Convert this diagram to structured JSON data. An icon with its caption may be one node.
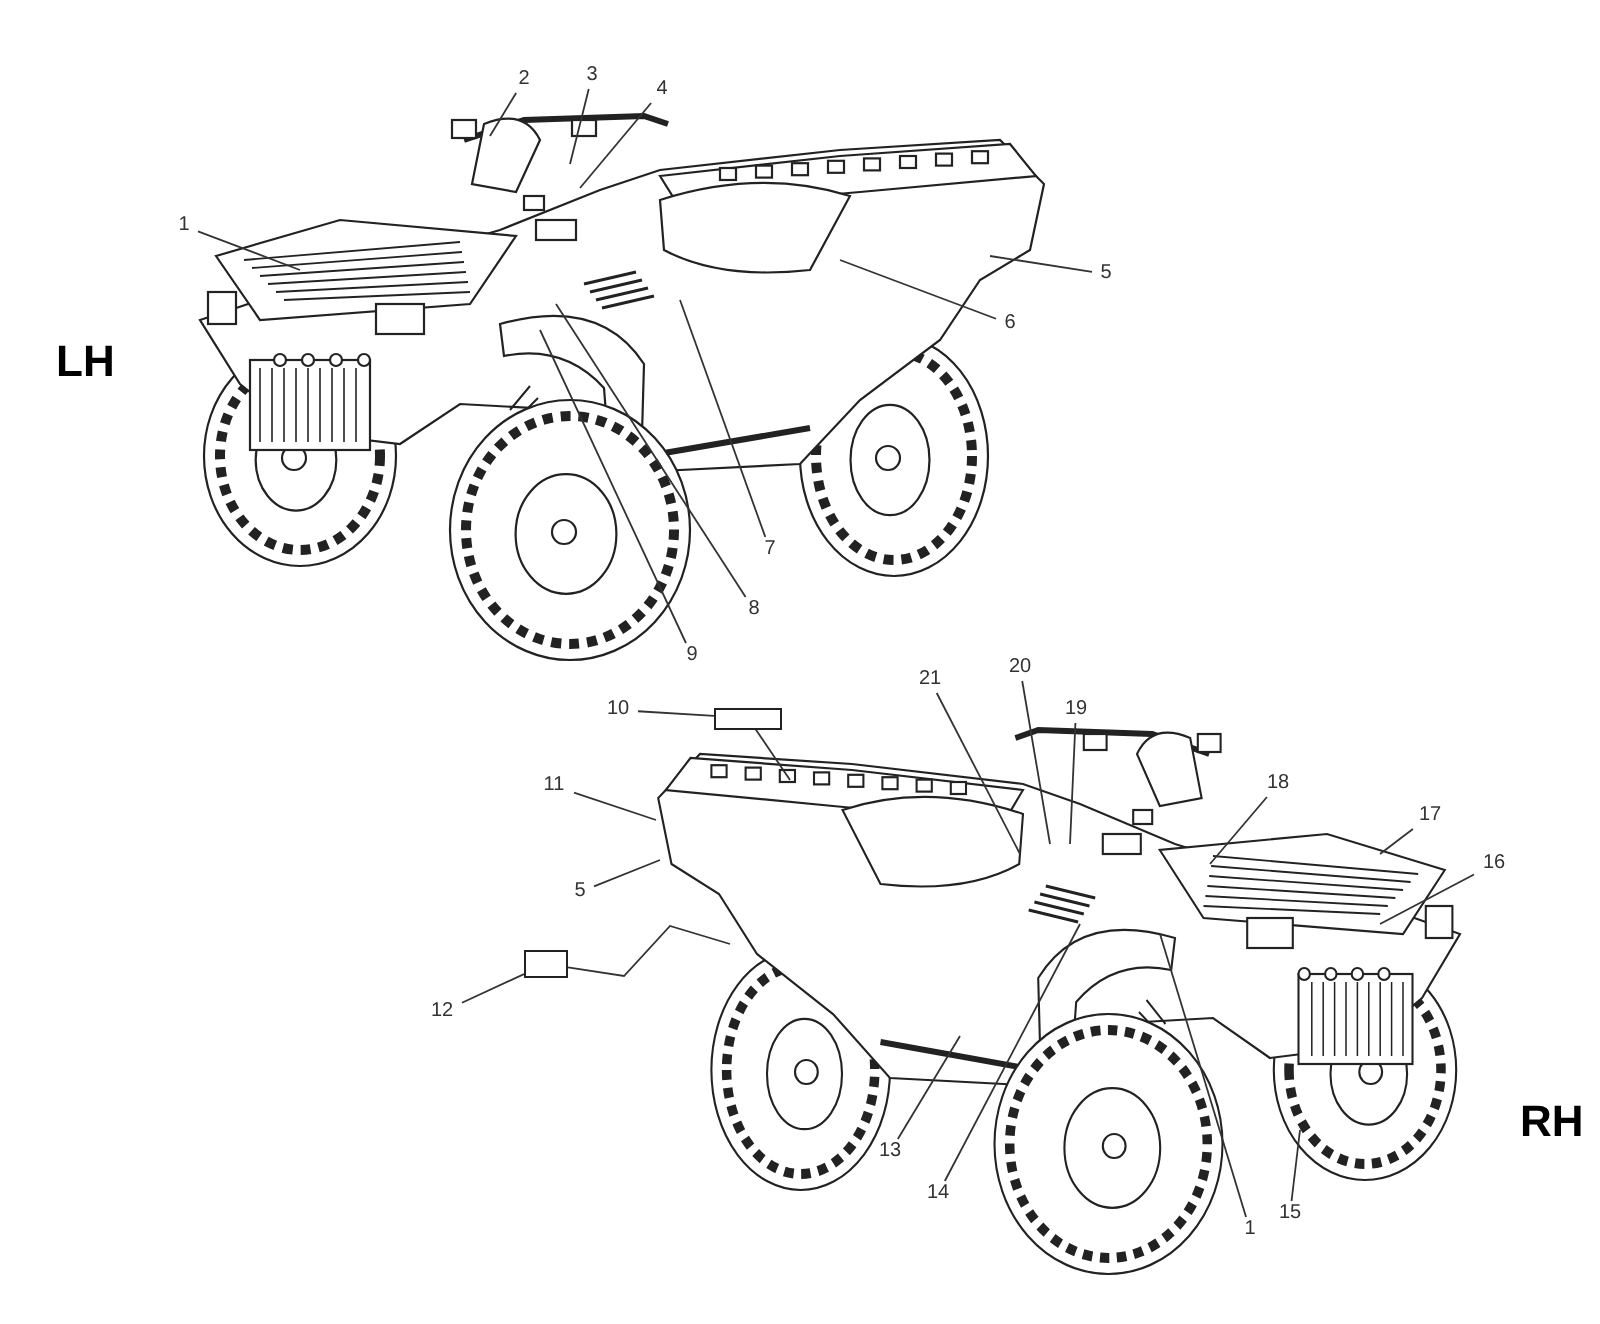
{
  "diagram": {
    "nodes": [
      {
        "text": [
          "1"
        ]
      },
      {
        "text": [
          "2"
        ]
      },
      {
        "text": [
          "3"
        ]
      },
      {
        "text": [
          "4"
        ]
      },
      {
        "text": [
          "5"
        ]
      },
      {
        "text": [
          "6"
        ]
      },
      {
        "text": [
          "7"
        ]
      },
      {
        "text": [
          "8"
        ]
      },
      {
        "text": [
          "9"
        ]
      },
      {
        "text": [
          "10"
        ]
      },
      {
        "text": [],
        "shape": "box"
      },
      {
        "text": [
          "11"
        ]
      },
      {
        "text": [
          "5"
        ]
      },
      {
        "text": [],
        "shape": "box"
      },
      {
        "text": [
          "12"
        ]
      },
      {
        "text": [
          "13"
        ]
      },
      {
        "text": [
          "14"
        ]
      },
      {
        "text": [
          "1"
        ]
      },
      {
        "text": [
          "15"
        ]
      },
      {
        "text": [
          "16"
        ]
      },
      {
        "text": [
          "17"
        ]
      },
      {
        "text": [
          "18"
        ]
      },
      {
        "text": [
          "19"
        ]
      },
      {
        "text": [
          "20"
        ]
      },
      {
        "text": [
          "21"
        ]
      }
    ],
    "edges": [
      {
        "from": 0,
        "to": null,
        "arrow": "none"
      },
      {
        "from": 1,
        "to": null,
        "arrow": "none"
      },
      {
        "from": 2,
        "to": null,
        "arrow": "none"
      },
      {
        "from": 3,
        "to": null,
        "arrow": "none"
      },
      {
        "from": 4,
        "to": null,
        "arrow": "none"
      },
      {
        "from": 5,
        "to": null,
        "arrow": "none"
      },
      {
        "from": 6,
        "to": null,
        "arrow": "none"
      },
      {
        "from": 7,
        "to": null,
        "arrow": "none"
      },
      {
        "from": 8,
        "to": null,
        "arrow": "none"
      },
      {
        "from": 9,
        "to": 10,
        "arrow": "none"
      },
      {
        "from": 10,
        "to": null,
        "arrow": "none"
      },
      {
        "from": 11,
        "to": null,
        "arrow": "none"
      },
      {
        "from": 12,
        "to": null,
        "arrow": "none"
      },
      {
        "from": 14,
        "to": 13,
        "arrow": "none"
      },
      {
        "from": 13,
        "to": null,
        "arrow": "none"
      },
      {
        "from": 15,
        "to": null,
        "arrow": "none"
      },
      {
        "from": 16,
        "to": null,
        "arrow": "none"
      },
      {
        "from": 17,
        "to": null,
        "arrow": "none"
      },
      {
        "from": 18,
        "to": null,
        "arrow": "none"
      },
      {
        "from": 19,
        "to": null,
        "arrow": "none"
      },
      {
        "from": 20,
        "to": null,
        "arrow": "none"
      },
      {
        "from": 21,
        "to": null,
        "arrow": "none"
      },
      {
        "from": 22,
        "to": null,
        "arrow": "none"
      },
      {
        "from": 23,
        "to": null,
        "arrow": "none"
      },
      {
        "from": 24,
        "to": null,
        "arrow": "none"
      }
    ],
    "labels": [
      "LH",
      "RH"
    ]
  }
}
